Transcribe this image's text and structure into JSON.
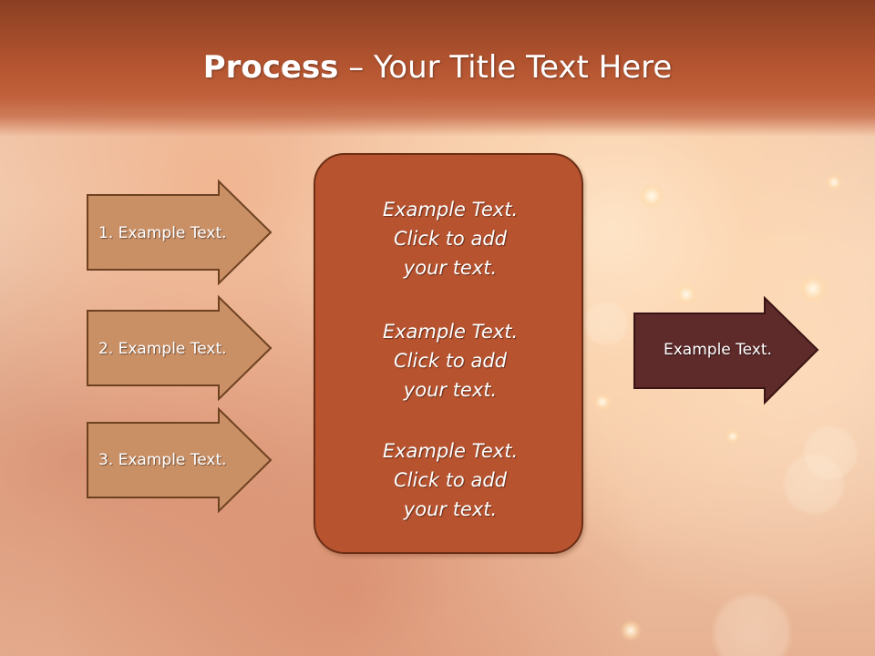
{
  "slide": {
    "title_bold": "Process",
    "title_rest": " – Your Title Text Here"
  },
  "left_arrows": [
    {
      "label": "1. Example Text."
    },
    {
      "label": "2. Example Text."
    },
    {
      "label": "3. Example Text."
    }
  ],
  "center_box": {
    "paragraphs": [
      "Example Text.\nClick  to add\nyour text.",
      "Example Text.\nClick  to add\nyour text.",
      "Example Text.\nClick  to add\nyour text."
    ]
  },
  "right_arrow": {
    "label": "Example Text."
  },
  "colors": {
    "title_bar": "#b2532f",
    "left_arrow_fill": "#c98f65",
    "center_box_fill": "#b8532f",
    "right_arrow_fill": "#5e2a2a"
  }
}
